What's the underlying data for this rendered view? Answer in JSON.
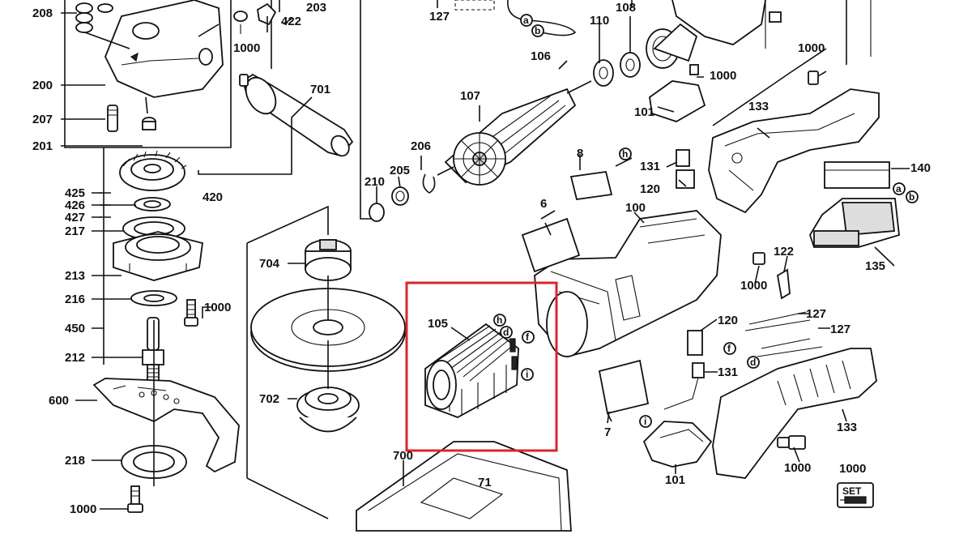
{
  "title": "",
  "highlight_color": "#d9262b",
  "labels": {
    "l208": "208",
    "l200": "200",
    "l207": "207",
    "l201": "201",
    "l1000a": "1000",
    "l422": "422",
    "l203": "203",
    "l127a": "127",
    "l701": "701",
    "l420": "420",
    "l425": "425",
    "l426": "426",
    "l427": "427",
    "l217": "217",
    "l213": "213",
    "l216": "216",
    "l1000b": "1000",
    "l450": "450",
    "l212": "212",
    "l600": "600",
    "l218": "218",
    "l1000c": "1000",
    "l704": "704",
    "l702": "702",
    "l700": "700",
    "l71": "71",
    "l106": "106",
    "l107": "107",
    "l110": "110",
    "l108": "108",
    "l210": "210",
    "l205": "205",
    "l206": "206",
    "l8": "8",
    "l6": "6",
    "l100": "100",
    "l105": "105",
    "l1000d": "1000",
    "l101a": "101",
    "l131a": "131",
    "l120a": "120",
    "l1000e": "1000",
    "l133a": "133",
    "l140": "140",
    "l135": "135",
    "l122": "122",
    "l1000f": "1000",
    "l120b": "120",
    "l127b": "127",
    "l127c": "127",
    "l131b": "131",
    "l7": "7",
    "l101b": "101",
    "l133b": "133",
    "l1000g": "1000",
    "l1000h": "1000",
    "set": "SET"
  },
  "connectors": {
    "a": "a",
    "b": "b",
    "h": "h",
    "d": "d",
    "f": "f",
    "i": "i"
  }
}
